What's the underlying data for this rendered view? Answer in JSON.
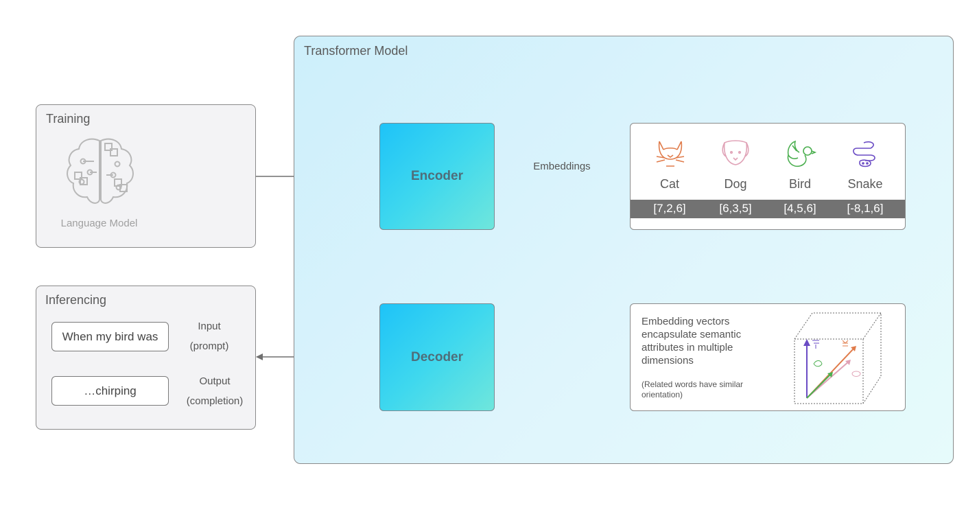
{
  "training": {
    "title": "Training",
    "model_label": "Language Model"
  },
  "transformer": {
    "title": "Transformer Model"
  },
  "encoder": {
    "label": "Encoder"
  },
  "decoder": {
    "label": "Decoder"
  },
  "embeddings_arrow_label": "Embeddings",
  "embeddings_card": {
    "words": [
      {
        "label": "Cat",
        "vector": "[7,2,6]",
        "icon": "cat-icon",
        "color": "#e07b4a"
      },
      {
        "label": "Dog",
        "vector": "[6,3,5]",
        "icon": "dog-icon",
        "color": "#e0a2b6"
      },
      {
        "label": "Bird",
        "vector": "[4,5,6]",
        "icon": "bird-icon",
        "color": "#4caf50"
      },
      {
        "label": "Snake",
        "vector": "[-8,1,6]",
        "icon": "snake-icon",
        "color": "#6a4bc4"
      }
    ]
  },
  "vector_card": {
    "description": "Embedding vectors encapsulate semantic attributes in multiple dimensions",
    "note": "(Related words have similar orientation)"
  },
  "inferencing": {
    "title": "Inferencing",
    "prompt_text": "When my bird was",
    "input_label": "Input",
    "input_sublabel": "(prompt)",
    "completion_text": "…chirping",
    "output_label": "Output",
    "output_sublabel": "(completion)"
  },
  "colors": {
    "arrow": "#6f6f6f",
    "vector_bar": "#727272"
  }
}
